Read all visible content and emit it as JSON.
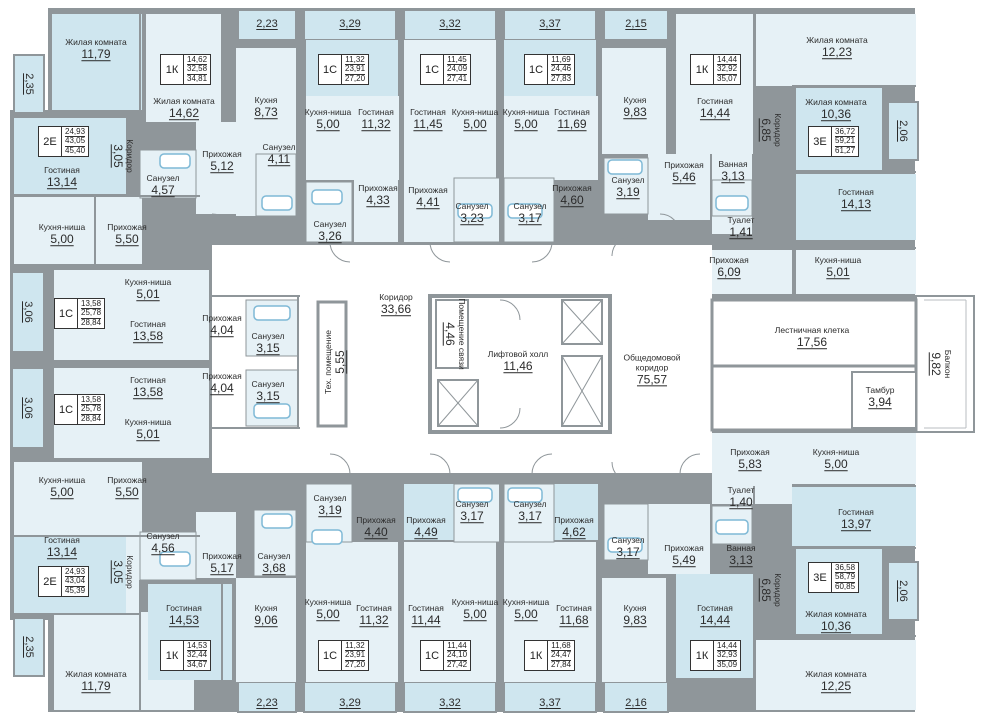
{
  "colors": {
    "wall": "#8f969a",
    "room_light": "#e6f1f6",
    "room_blue": "#cfe6ef",
    "hall": "#ffffff",
    "fixture": "#7fb9d6"
  },
  "rooms": [
    {
      "id": "r1",
      "name": "Жилая комната",
      "area": "11,79"
    },
    {
      "id": "r2",
      "name": "Жилая комната",
      "area": "14,62"
    },
    {
      "id": "r3",
      "name": "Кухня",
      "area": "8,73"
    },
    {
      "id": "r4",
      "name": "Кухня-ниша",
      "area": "5,00"
    },
    {
      "id": "r5",
      "name": "Гостиная",
      "area": "11,32"
    },
    {
      "id": "r6",
      "name": "Гостиная",
      "area": "11,45"
    },
    {
      "id": "r7",
      "name": "Кухня-ниша",
      "area": "5,00"
    },
    {
      "id": "r8",
      "name": "Кухня-ниша",
      "area": "5,00"
    },
    {
      "id": "r9",
      "name": "Гостиная",
      "area": "11,69"
    },
    {
      "id": "r10",
      "name": "Кухня",
      "area": "9,83"
    },
    {
      "id": "r11",
      "name": "Гостиная",
      "area": "14,44"
    },
    {
      "id": "r12",
      "name": "Жилая комната",
      "area": "12,23"
    },
    {
      "id": "r13",
      "name": "Жилая комната",
      "area": "10,36"
    },
    {
      "id": "r14",
      "name": "Гостиная",
      "area": "13,14"
    },
    {
      "id": "r15",
      "name": "Коридор",
      "area": "3,05"
    },
    {
      "id": "r16",
      "name": "Санузел",
      "area": "4,57"
    },
    {
      "id": "r17",
      "name": "Прихожая",
      "area": "5,12"
    },
    {
      "id": "r18",
      "name": "Санузел",
      "area": "4,11"
    },
    {
      "id": "r19",
      "name": "Прихожая",
      "area": "4,33"
    },
    {
      "id": "r20",
      "name": "Санузел",
      "area": "3,26"
    },
    {
      "id": "r21",
      "name": "Прихожая",
      "area": "4,41"
    },
    {
      "id": "r22",
      "name": "Санузел",
      "area": "3,23"
    },
    {
      "id": "r23",
      "name": "Санузел",
      "area": "3,17"
    },
    {
      "id": "r24",
      "name": "Прихожая",
      "area": "4,60"
    },
    {
      "id": "r25",
      "name": "Санузел",
      "area": "3,19"
    },
    {
      "id": "r26",
      "name": "Прихожая",
      "area": "5,46"
    },
    {
      "id": "r27",
      "name": "Коридор",
      "area": "6,85"
    },
    {
      "id": "r28",
      "name": "Ванная",
      "area": "3,13"
    },
    {
      "id": "r29",
      "name": "Туалет",
      "area": "1,41"
    },
    {
      "id": "r30",
      "name": "Гостиная",
      "area": "14,13"
    },
    {
      "id": "r31",
      "name": "Кухня-ниша",
      "area": "5,00"
    },
    {
      "id": "r32",
      "name": "Прихожая",
      "area": "5,50"
    },
    {
      "id": "r33",
      "name": "Кухня-ниша",
      "area": "5,01"
    },
    {
      "id": "r34",
      "name": "Гостиная",
      "area": "13,58"
    },
    {
      "id": "r35",
      "name": "Прихожая",
      "area": "4,04"
    },
    {
      "id": "r36",
      "name": "Санузел",
      "area": "3,15"
    },
    {
      "id": "r37",
      "name": "Тех. помещение",
      "area": "5,55"
    },
    {
      "id": "r38",
      "name": "Коридор",
      "area": "33,66"
    },
    {
      "id": "r39",
      "name": "Помещение связи",
      "area": "4,46"
    },
    {
      "id": "r40",
      "name": "Лифтовой холл",
      "area": "11,46"
    },
    {
      "id": "r41",
      "name": "Общедомовой коридор",
      "area": "75,57"
    },
    {
      "id": "r42",
      "name": "Прихожая",
      "area": "6,09"
    },
    {
      "id": "r43",
      "name": "Кухня-ниша",
      "area": "5,01"
    },
    {
      "id": "r44",
      "name": "Лестничная клетка",
      "area": "17,56"
    },
    {
      "id": "r45",
      "name": "Тамбур",
      "area": "3,94"
    },
    {
      "id": "r46",
      "name": "Гостиная",
      "area": "13,58"
    },
    {
      "id": "r47",
      "name": "Прихожая",
      "area": "4,04"
    },
    {
      "id": "r48",
      "name": "Санузел",
      "area": "3,15"
    },
    {
      "id": "r49",
      "name": "Кухня-ниша",
      "area": "5,01"
    },
    {
      "id": "r50",
      "name": "Кухня-ниша",
      "area": "5,00"
    },
    {
      "id": "r51",
      "name": "Прихожая",
      "area": "5,50"
    },
    {
      "id": "r52",
      "name": "Гостиная",
      "area": "13,14"
    },
    {
      "id": "r53",
      "name": "Санузел",
      "area": "4,56"
    },
    {
      "id": "r54",
      "name": "Коридор",
      "area": "3,05"
    },
    {
      "id": "r55",
      "name": "Прихожая",
      "area": "5,17"
    },
    {
      "id": "r56",
      "name": "Санузел",
      "area": "3,68"
    },
    {
      "id": "r57",
      "name": "Санузел",
      "area": "3,19"
    },
    {
      "id": "r58",
      "name": "Прихожая",
      "area": "4,40"
    },
    {
      "id": "r59",
      "name": "Прихожая",
      "area": "4,49"
    },
    {
      "id": "r60",
      "name": "Санузел",
      "area": "3,17"
    },
    {
      "id": "r61",
      "name": "Санузел",
      "area": "3,17"
    },
    {
      "id": "r62",
      "name": "Прихожая",
      "area": "4,62"
    },
    {
      "id": "r63",
      "name": "Санузел",
      "area": "3,17"
    },
    {
      "id": "r64",
      "name": "Прихожая",
      "area": "5,49"
    },
    {
      "id": "r65",
      "name": "Прихожая",
      "area": "5,83"
    },
    {
      "id": "r66",
      "name": "Кухня-ниша",
      "area": "5,00"
    },
    {
      "id": "r67",
      "name": "Туалет",
      "area": "1,40"
    },
    {
      "id": "r68",
      "name": "Гостиная",
      "area": "13,97"
    },
    {
      "id": "r69",
      "name": "Ванная",
      "area": "3,13"
    },
    {
      "id": "r70",
      "name": "Коридор",
      "area": "6,85"
    },
    {
      "id": "r71",
      "name": "Гостиная",
      "area": "14,53"
    },
    {
      "id": "r72",
      "name": "Кухня",
      "area": "9,06"
    },
    {
      "id": "r73",
      "name": "Кухня-ниша",
      "area": "5,00"
    },
    {
      "id": "r74",
      "name": "Гостиная",
      "area": "11,32"
    },
    {
      "id": "r75",
      "name": "Гостиная",
      "area": "11,44"
    },
    {
      "id": "r76",
      "name": "Кухня-ниша",
      "area": "5,00"
    },
    {
      "id": "r77",
      "name": "Кухня-ниша",
      "area": "5,00"
    },
    {
      "id": "r78",
      "name": "Гостиная",
      "area": "11,68"
    },
    {
      "id": "r79",
      "name": "Кухня",
      "area": "9,83"
    },
    {
      "id": "r80",
      "name": "Гостиная",
      "area": "14,44"
    },
    {
      "id": "r81",
      "name": "Жилая комната",
      "area": "10,36"
    },
    {
      "id": "r82",
      "name": "Жилая комната",
      "area": "11,79"
    },
    {
      "id": "r83",
      "name": "Жилая комната",
      "area": "12,25"
    }
  ],
  "balconies": [
    "2,23",
    "3,29",
    "3,32",
    "3,37",
    "2,15",
    "2,35",
    "2,06",
    "3,06",
    "3,06",
    "9,82",
    "2,35",
    "2,06",
    "2,23",
    "3,29",
    "3,32",
    "3,37",
    "2,16"
  ],
  "balcony_label": "Балкон",
  "apartments": [
    {
      "type": "1К",
      "a1": "14,62",
      "a2": "32,58",
      "a3": "34,81"
    },
    {
      "type": "1С",
      "a1": "11,32",
      "a2": "23,91",
      "a3": "27,20"
    },
    {
      "type": "1С",
      "a1": "11,45",
      "a2": "24,09",
      "a3": "27,41"
    },
    {
      "type": "1С",
      "a1": "11,69",
      "a2": "24,46",
      "a3": "27,83"
    },
    {
      "type": "1К",
      "a1": "14,44",
      "a2": "32,92",
      "a3": "35,07"
    },
    {
      "type": "2Е",
      "a1": "24,93",
      "a2": "43,05",
      "a3": "45,40"
    },
    {
      "type": "3Е",
      "a1": "36,72",
      "a2": "59,21",
      "a3": "61,27"
    },
    {
      "type": "1С",
      "a1": "13,58",
      "a2": "25,78",
      "a3": "28,84"
    },
    {
      "type": "1С",
      "a1": "13,58",
      "a2": "25,78",
      "a3": "28,84"
    },
    {
      "type": "2Е",
      "a1": "24,93",
      "a2": "43,04",
      "a3": "45,39"
    },
    {
      "type": "3Е",
      "a1": "36,58",
      "a2": "58,79",
      "a3": "60,85"
    },
    {
      "type": "1К",
      "a1": "14,53",
      "a2": "32,44",
      "a3": "34,67"
    },
    {
      "type": "1С",
      "a1": "11,32",
      "a2": "23,91",
      "a3": "27,20"
    },
    {
      "type": "1С",
      "a1": "11,44",
      "a2": "24,10",
      "a3": "27,42"
    },
    {
      "type": "1К",
      "a1": "11,68",
      "a2": "24,47",
      "a3": "27,84"
    },
    {
      "type": "1К",
      "a1": "14,44",
      "a2": "32,93",
      "a3": "35,09"
    }
  ]
}
